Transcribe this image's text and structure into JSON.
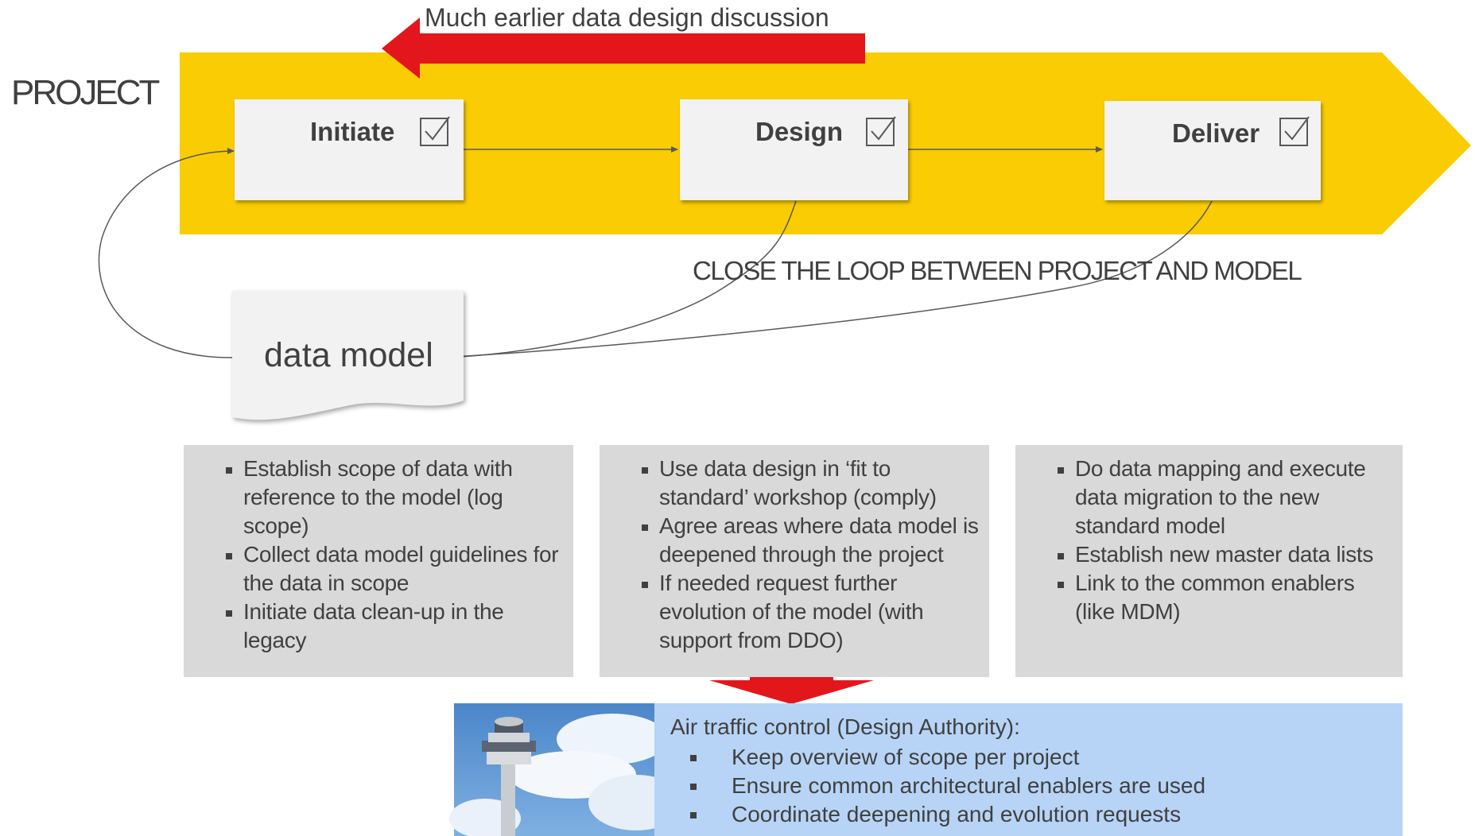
{
  "project_label": "PROJECT",
  "top_caption": "Much earlier data design discussion",
  "loop_caption": "CLOSE THE LOOP BETWEEN  PROJECT AND MODEL",
  "stages": [
    {
      "title": "Initiate",
      "icon": "checkbox-checked-icon"
    },
    {
      "title": "Design",
      "icon": "checkbox-checked-icon"
    },
    {
      "title": "Deliver",
      "icon": "checkbox-checked-icon"
    }
  ],
  "data_model_label": "data model",
  "panels": [
    {
      "items": [
        "Establish scope of data with reference to the model (log scope)",
        "Collect data model guidelines for the data in scope",
        "Initiate data clean-up in the legacy"
      ]
    },
    {
      "items": [
        "Use data design in ‘fit to standard’ workshop (comply)",
        "Agree areas where data model is deepened through the project",
        "If needed request further evolution of the model (with support from DDO)"
      ]
    },
    {
      "items": [
        "Do data mapping and execute data migration to the new standard model",
        "Establish new master data lists",
        "Link to the common enablers (like MDM)"
      ]
    }
  ],
  "atc": {
    "heading": "Air traffic control (Design Authority):",
    "items": [
      "Keep overview of scope per project",
      "Ensure common architectural enablers are used",
      "Coordinate deepening and evolution requests"
    ]
  },
  "colors": {
    "project_arrow": "#f9cc03",
    "red_arrow": "#e3161b",
    "panel_gray": "#d9d9d9",
    "atc_blue": "#b7d4f6",
    "text": "#404040"
  }
}
